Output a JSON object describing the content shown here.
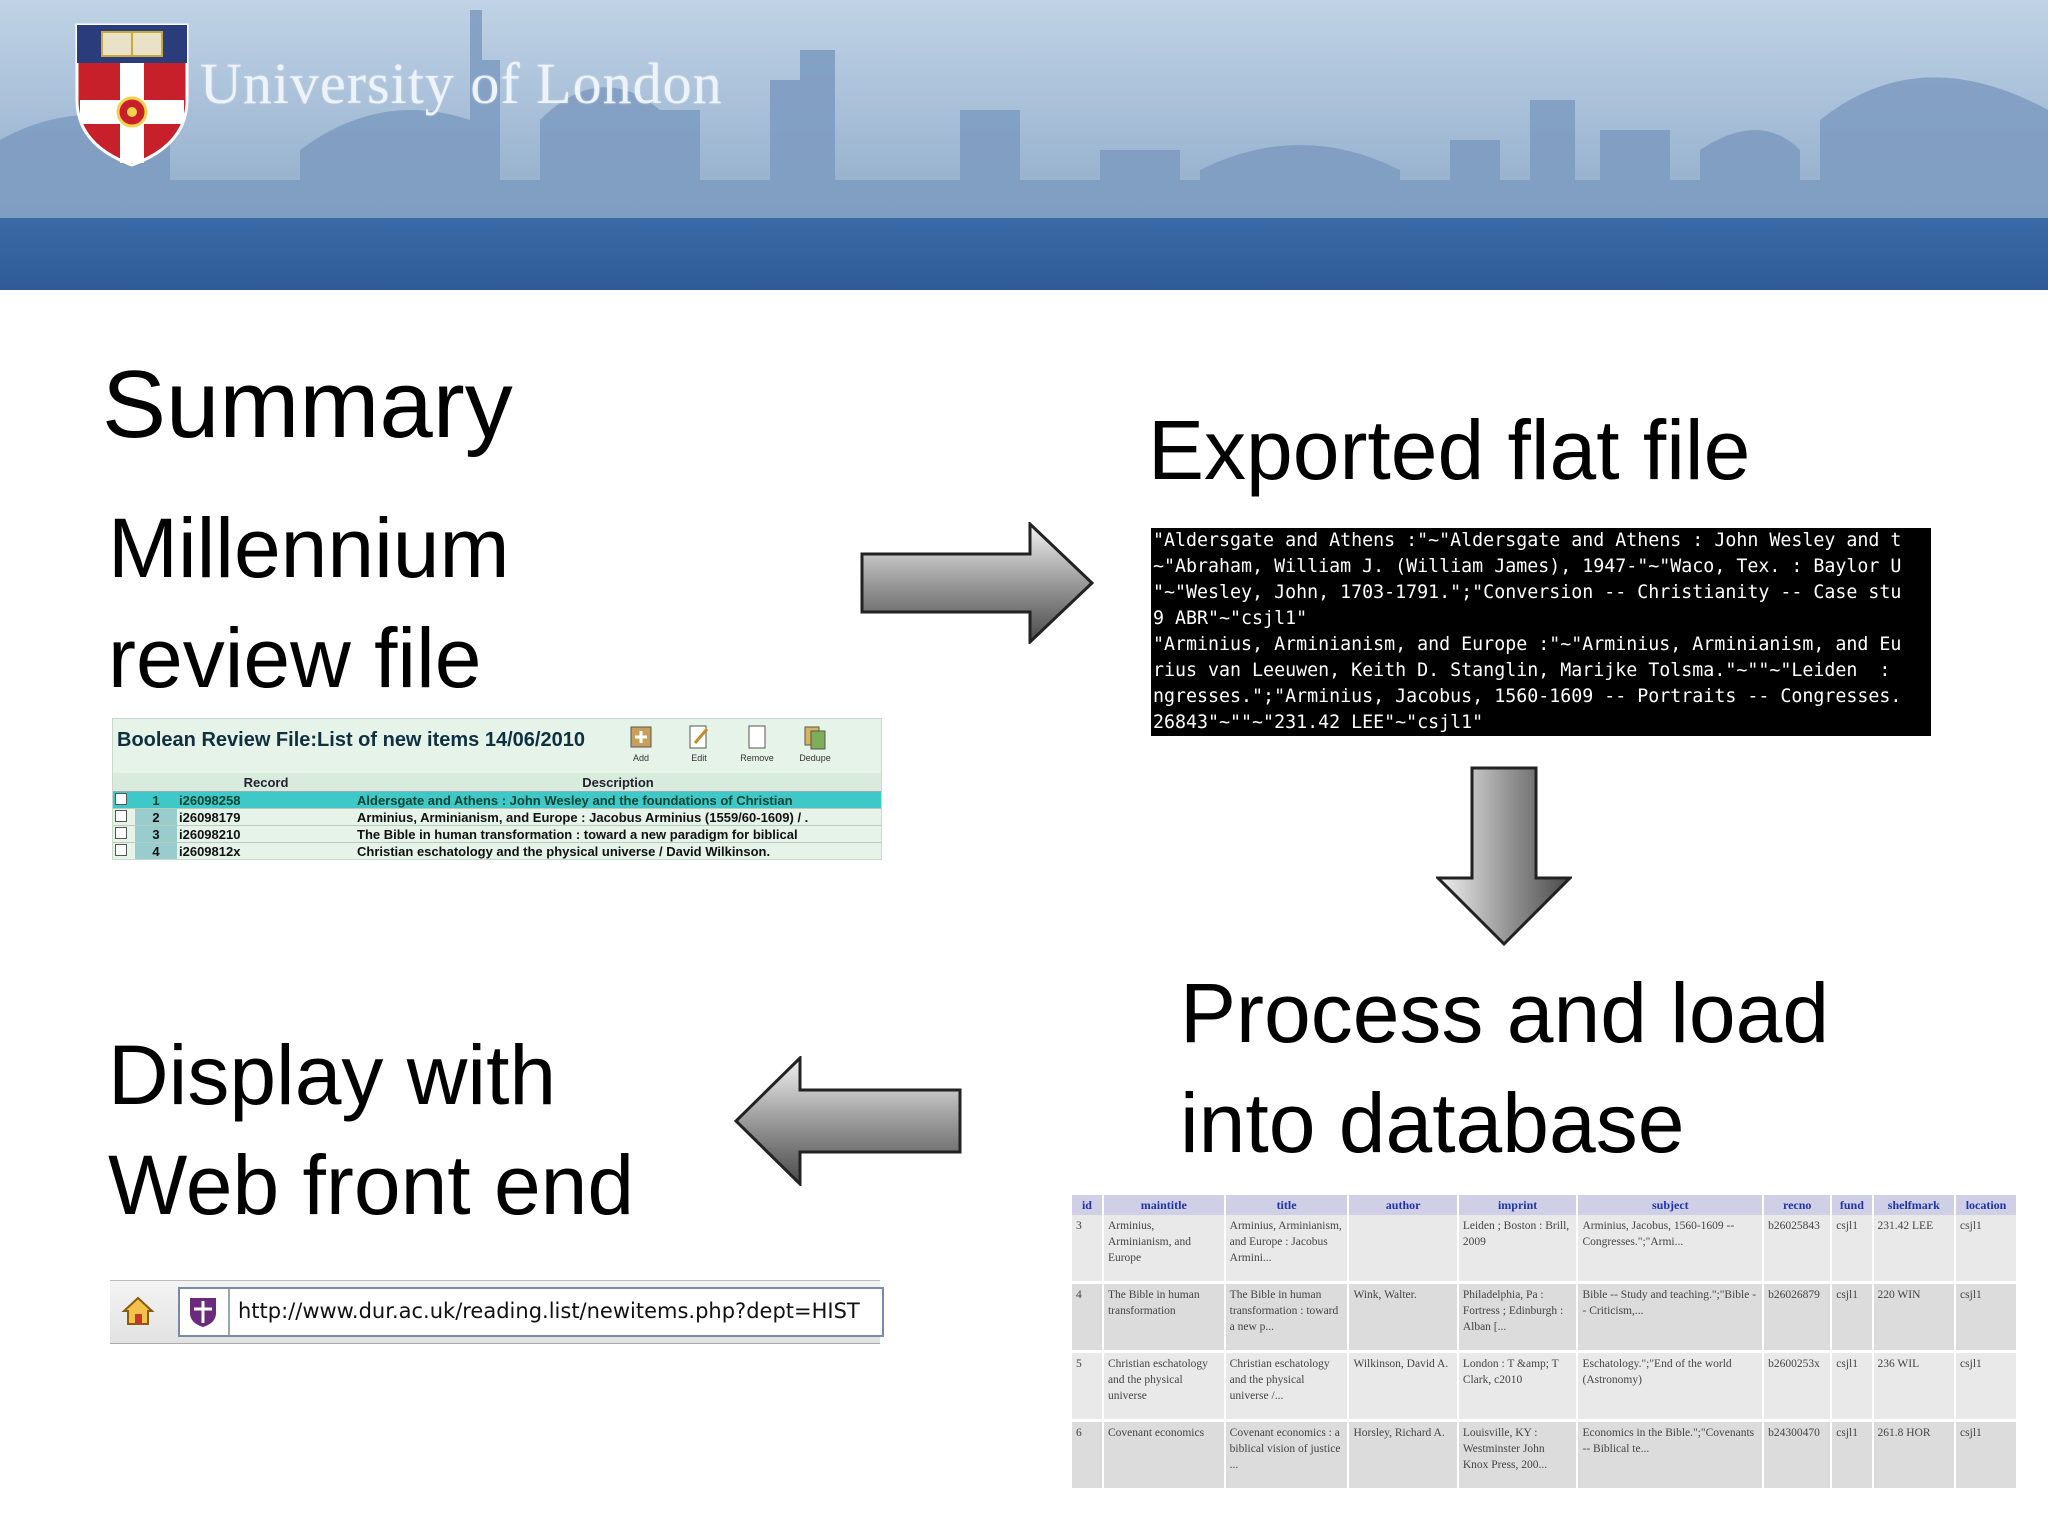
{
  "header": {
    "org_name": "University of London"
  },
  "slide": {
    "title": "Summary",
    "step1": {
      "line1": "Millennium",
      "line2": "review file"
    },
    "step2": {
      "label": "Exported flat file"
    },
    "step3": {
      "line1": "Process and load",
      "line2": "into database"
    },
    "step4": {
      "line1": "Display with",
      "line2": "Web front end"
    }
  },
  "review_file": {
    "title": "Boolean Review File:List of new items 14/06/2010",
    "toolbar": [
      "Add",
      "Edit",
      "Remove",
      "Dedupe"
    ],
    "columns": [
      "Record",
      "Description"
    ],
    "rows": [
      {
        "num": "1",
        "record": "i26098258",
        "description": "Aldersgate and Athens : John Wesley and the foundations of Christian"
      },
      {
        "num": "2",
        "record": "i26098179",
        "description": "Arminius, Arminianism, and Europe : Jacobus Arminius (1559/60-1609) / ."
      },
      {
        "num": "3",
        "record": "i26098210",
        "description": "The Bible in human transformation : toward a new paradigm for biblical"
      },
      {
        "num": "4",
        "record": "i2609812x",
        "description": "Christian eschatology and the physical universe / David Wilkinson."
      }
    ]
  },
  "flat_file": {
    "lines": [
      "\"Aldersgate and Athens :\"~\"Aldersgate and Athens : John Wesley and t",
      "~\"Abraham, William J. (William James), 1947-\"~\"Waco, Tex. : Baylor U",
      "\"~\"Wesley, John, 1703-1791.\";\"Conversion -- Christianity -- Case stu",
      "9 ABR\"~\"csjl1\"",
      "\"Arminius, Arminianism, and Europe :\"~\"Arminius, Arminianism, and Eu",
      "rius van Leeuwen, Keith D. Stanglin, Marijke Tolsma.\"~\"\"~\"Leiden  :",
      "ngresses.\";\"Arminius, Jacobus, 1560-1609 -- Portraits -- Congresses.",
      "26843\"~\"\"~\"231.42 LEE\"~\"csjl1\""
    ]
  },
  "database": {
    "columns": [
      "id",
      "maintitle",
      "title",
      "author",
      "imprint",
      "subject",
      "recno",
      "fund",
      "shelfmark",
      "location"
    ],
    "rows": [
      [
        "3",
        "Arminius, Arminianism, and Europe",
        "Arminius, Arminianism, and Europe : Jacobus Armini...",
        "",
        "Leiden ; Boston : Brill, 2009",
        "Arminius, Jacobus, 1560-1609 -- Congresses.\";\"Armi...",
        "b26025843",
        "csjl1",
        "231.42 LEE",
        "csjl1"
      ],
      [
        "4",
        "The Bible in human transformation",
        "The Bible in human transformation : toward a new p...",
        "Wink, Walter.",
        "Philadelphia, Pa : Fortress ; Edinburgh : Alban [...",
        "Bible -- Study and teaching.\";\"Bible -- Criticism,...",
        "b26026879",
        "csjl1",
        "220 WIN",
        "csjl1"
      ],
      [
        "5",
        "Christian eschatology and the physical universe",
        "Christian eschatology and the physical universe /...",
        "Wilkinson, David A.",
        "London : T &amp; T Clark, c2010",
        "Eschatology.\";\"End of the world (Astronomy)",
        "b2600253x",
        "csjl1",
        "236 WIL",
        "csjl1"
      ],
      [
        "6",
        "Covenant economics",
        "Covenant economics : a biblical vision of justice ...",
        "Horsley, Richard A.",
        "Louisville, KY : Westminster John Knox Press, 200...",
        "Economics in the Bible.\";\"Covenants -- Biblical te...",
        "b24300470",
        "csjl1",
        "261.8 HOR",
        "csjl1"
      ]
    ]
  },
  "browser": {
    "url": "http://www.dur.ac.uk/reading.list/newitems.php?dept=HIST"
  }
}
